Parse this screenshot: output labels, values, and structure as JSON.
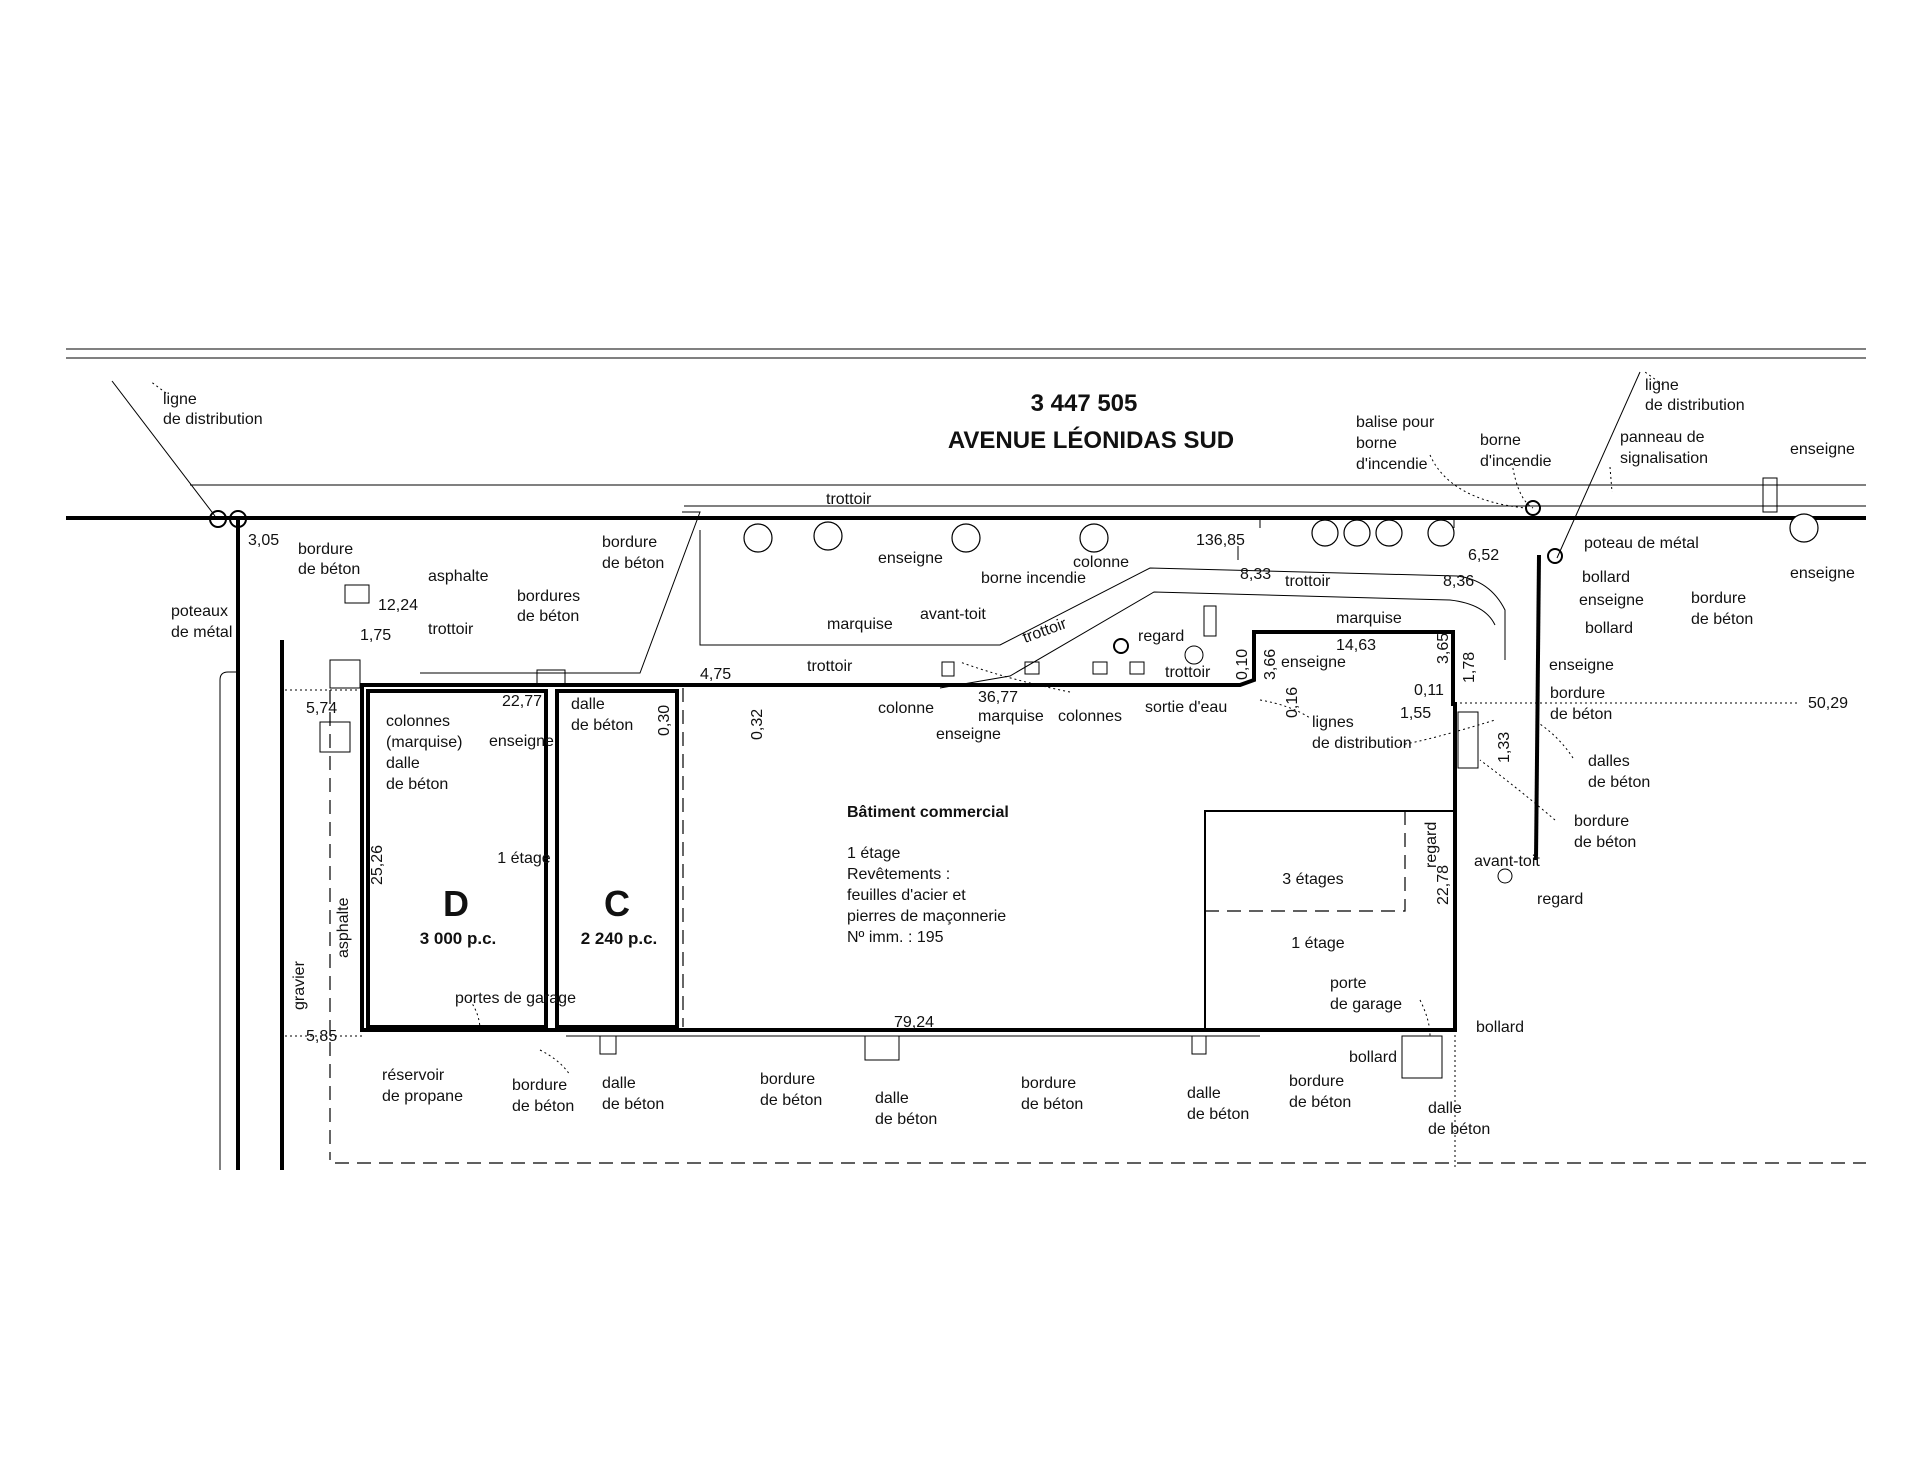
{
  "header": {
    "lot_number": "3 447 505",
    "street": "AVENUE LÉONIDAS SUD"
  },
  "building": {
    "title": "Bâtiment commercial",
    "floors": "1 étage",
    "cladding_heading": "Revêtements :",
    "cladding_1": "feuilles d'acier et",
    "cladding_2": "pierres de maçonnerie",
    "civic": "Nº imm. : 195",
    "unit_d_letter": "D",
    "unit_d_area": "3 000 p.c.",
    "unit_c_letter": "C",
    "unit_c_area": "2 240 p.c.",
    "one_storey_d": "1 étage",
    "three_storeys": "3 étages",
    "one_storey_annex": "1 étage"
  },
  "labels": {
    "ligne_distribution_left_1": "ligne",
    "ligne_distribution_left_2": "de distribution",
    "ligne_distribution_right_1": "ligne",
    "ligne_distribution_right_2": "de distribution",
    "balise_1": "balise pour",
    "balise_2": "borne",
    "balise_3": "d'incendie",
    "borne_1": "borne",
    "borne_2": "d'incendie",
    "panneau_1": "panneau de",
    "panneau_2": "signalisation",
    "enseigne_top_right": "enseigne",
    "trottoir_street": "trottoir",
    "bordure_beton_1a": "bordure",
    "bordure_beton_1b": "de béton",
    "asphalte_top": "asphalte",
    "poteaux_1": "poteaux",
    "poteaux_2": "de métal",
    "trottoir_left": "trottoir",
    "bordures_1": "bordures",
    "bordures_2": "de béton",
    "bordure_beton_2a": "bordure",
    "bordure_beton_2b": "de béton",
    "enseigne_mid_top": "enseigne",
    "marquise_left": "marquise",
    "avant_toit_top": "avant-toit",
    "borne_incendie": "borne incendie",
    "colonne_top": "colonne",
    "trottoir_diag": "trottoir",
    "regard_top": "regard",
    "trottoir_front": "trottoir",
    "trottoir_mid": "trottoir",
    "trottoir_right": "trottoir",
    "marquise_right": "marquise",
    "enseigne_right_building": "enseigne",
    "poteau_metal": "poteau de métal",
    "bollard_1": "bollard",
    "enseigne_r1": "enseigne",
    "bollard_2": "bollard",
    "bordure_beton_r1a": "bordure",
    "bordure_beton_r1b": "de béton",
    "enseigne_far_right": "enseigne",
    "enseigne_r2": "enseigne",
    "bordure_beton_r2a": "bordure",
    "bordure_beton_r2b": "de béton",
    "colonnes_marquise_1": "colonnes",
    "colonnes_marquise_2": "(marquise)",
    "dalle_beton_l1a": "dalle",
    "dalle_beton_l1b": "de béton",
    "enseigne_left": "enseigne",
    "dalle_beton_l2a": "dalle",
    "dalle_beton_l2b": "de béton",
    "colonne_bottom": "colonne",
    "enseigne_bottom": "enseigne",
    "marquise_bottom": "marquise",
    "colonnes_bottom": "colonnes",
    "sortie_eau": "sortie d'eau",
    "lignes_dist_1": "lignes",
    "lignes_dist_2": "de distribution",
    "dalles_beton_1": "dalles",
    "dalles_beton_2": "de béton",
    "bordure_beton_r3a": "bordure",
    "bordure_beton_r3b": "de béton",
    "regard_vertical": "regard",
    "avant_toit_right": "avant-toit",
    "regard_right": "regard",
    "asphalte_side": "asphalte",
    "gravier": "gravier",
    "portes_garage": "portes de garage",
    "porte_garage_1": "porte",
    "porte_garage_2": "de garage",
    "bollard_3": "bollard",
    "bollard_4": "bollard",
    "reservoir_1": "réservoir",
    "reservoir_2": "de propane",
    "bordure_b1a": "bordure",
    "bordure_b1b": "de béton",
    "dalle_b1a": "dalle",
    "dalle_b1b": "de béton",
    "bordure_b2a": "bordure",
    "bordure_b2b": "de béton",
    "dalle_b2a": "dalle",
    "dalle_b2b": "de béton",
    "bordure_b3a": "bordure",
    "bordure_b3b": "de béton",
    "dalle_b3a": "dalle",
    "dalle_b3b": "de béton",
    "bordure_b4a": "bordure",
    "bordure_b4b": "de béton",
    "dalle_b4a": "dalle",
    "dalle_b4b": "de béton"
  },
  "dimensions": {
    "d_3_05": "3,05",
    "d_12_24": "12,24",
    "d_1_75": "1,75",
    "d_5_74": "5,74",
    "d_22_77": "22,77",
    "d_4_75": "4,75",
    "d_0_30": "0,30",
    "d_0_32": "0,32",
    "d_25_26": "25,26",
    "d_5_85": "5,85",
    "d_79_24": "79,24",
    "d_136_85": "136,85",
    "d_8_33": "8,33",
    "d_8_36": "8,36",
    "d_6_52": "6,52",
    "d_36_77": "36,77",
    "d_0_10": "0,10",
    "d_3_66": "3,66",
    "d_0_16": "0,16",
    "d_14_63": "14,63",
    "d_3_65": "3,65",
    "d_0_11": "0,11",
    "d_1_78": "1,78",
    "d_1_55": "1,55",
    "d_1_33": "1,33",
    "d_50_29": "50,29",
    "d_22_78": "22,78"
  }
}
